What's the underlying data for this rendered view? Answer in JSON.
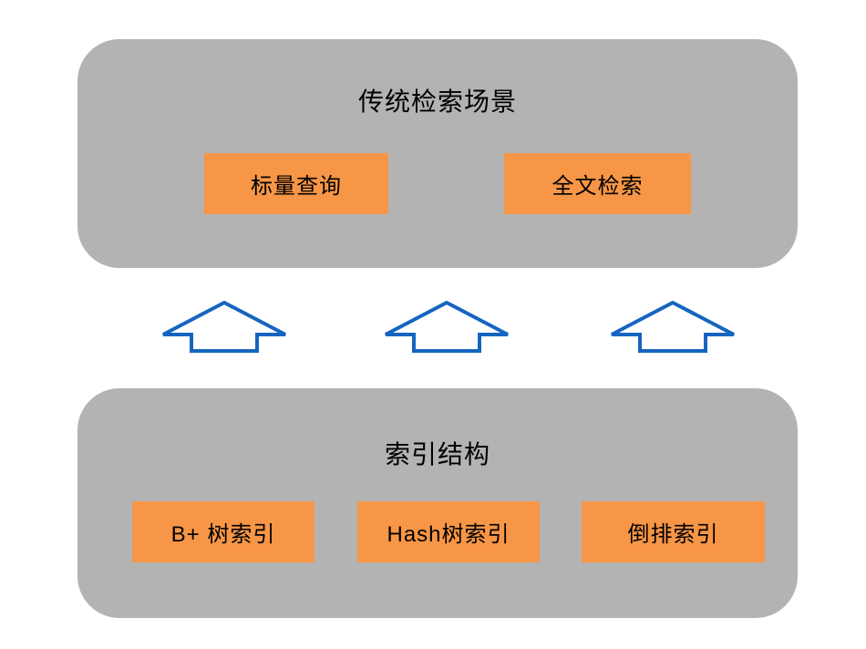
{
  "colors": {
    "background": "#FFFFFF",
    "group_background": "#B3B3B3",
    "item_background": "#F79646",
    "arrow_outline": "#1565C0",
    "text": "#000000"
  },
  "top_group": {
    "title": "传统检索场景",
    "items": [
      {
        "label": "标量查询"
      },
      {
        "label": "全文检索"
      }
    ]
  },
  "arrows": [
    {
      "icon": "block-up-arrow-icon",
      "direction": "up"
    },
    {
      "icon": "block-up-arrow-icon",
      "direction": "up"
    },
    {
      "icon": "block-up-arrow-icon",
      "direction": "up"
    }
  ],
  "bottom_group": {
    "title": "索引结构",
    "items": [
      {
        "label": "B+ 树索引"
      },
      {
        "label": "Hash树索引"
      },
      {
        "label": "倒排索引"
      }
    ]
  }
}
